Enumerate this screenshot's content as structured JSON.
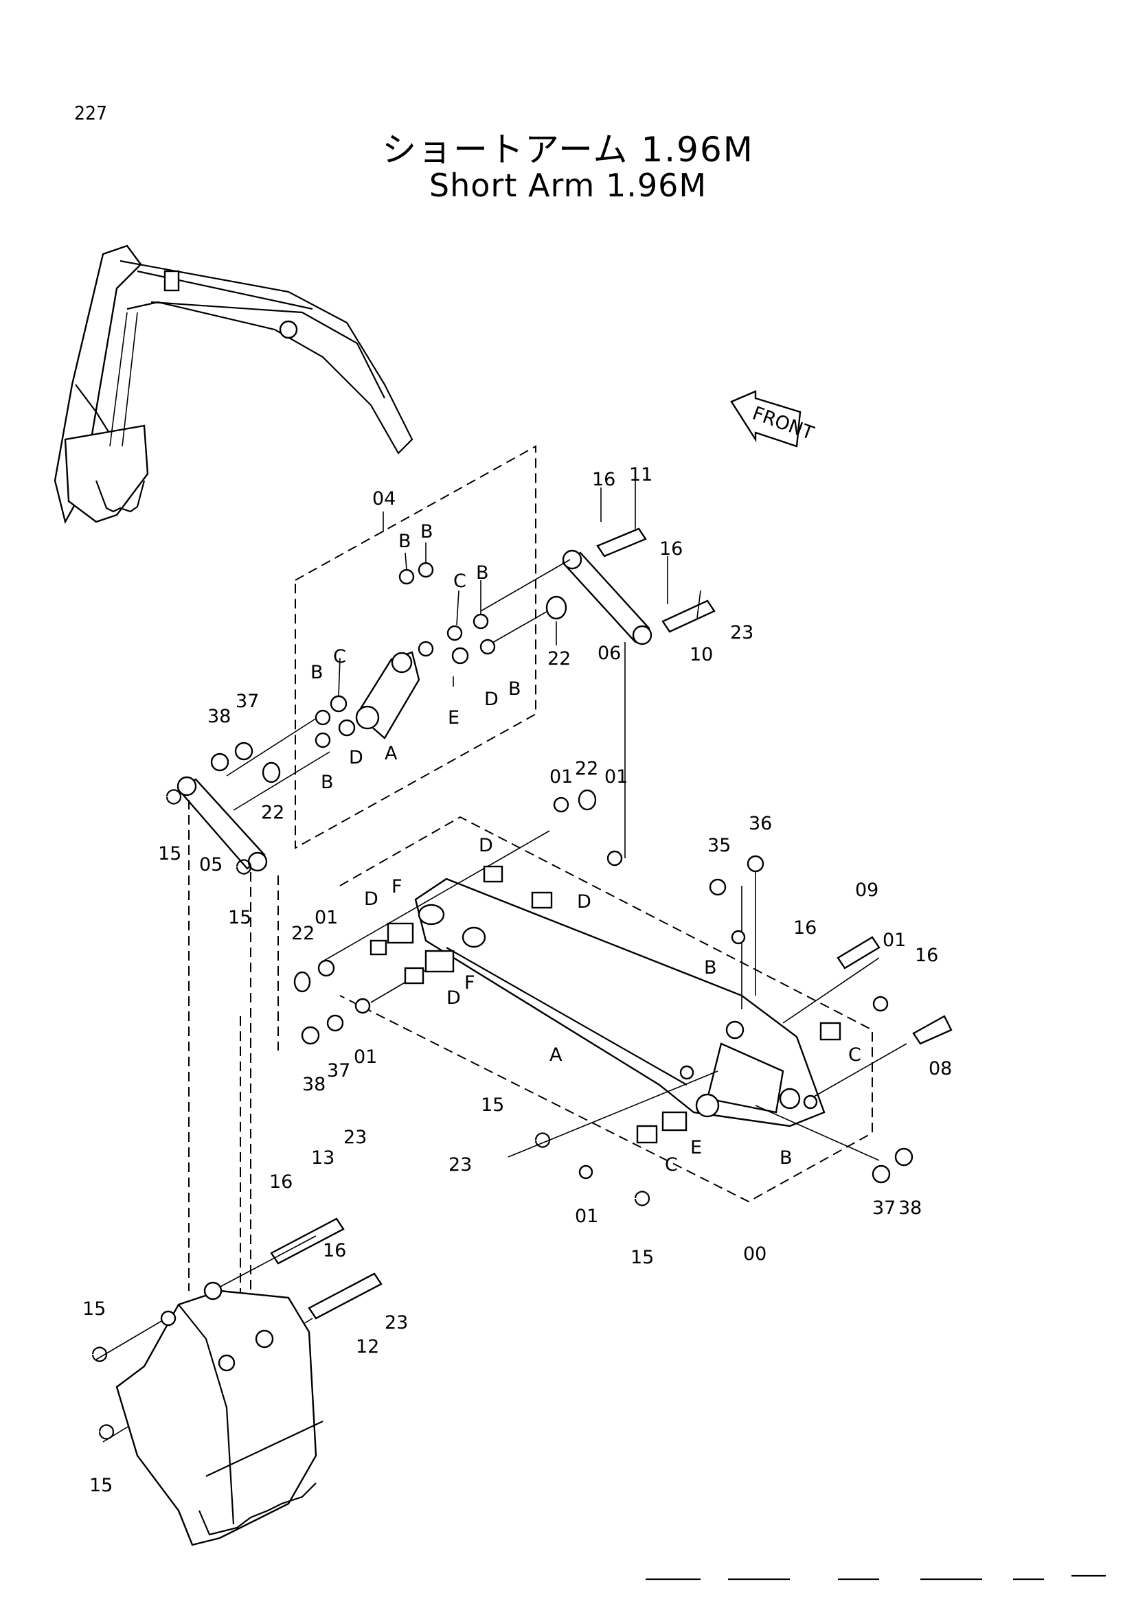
{
  "page_number": "227",
  "title_jp": "ショートアーム 1.96M",
  "title_en": "Short Arm 1.96M",
  "front_label": "FRONT",
  "labels": {
    "l04": "04",
    "lB1": "B",
    "lB2": "B",
    "lC1": "C",
    "lB3": "B",
    "l22a": "22",
    "lB4": "B",
    "lC2": "C",
    "lB5": "B",
    "lD1": "D",
    "lE1": "E",
    "lD2": "D",
    "lB6": "B",
    "lA1": "A",
    "l38a": "38",
    "l37a": "37",
    "l22b": "22",
    "l15a": "15",
    "l05": "05",
    "l15b": "15",
    "l16a": "16",
    "l11": "11",
    "l16b": "16",
    "l23a": "23",
    "l10": "10",
    "l06": "06",
    "l01a": "01",
    "l22c": "22",
    "l01b": "01",
    "lD3": "D",
    "lD4": "D",
    "lF1": "F",
    "lD5": "D",
    "l22d": "22",
    "l01c": "01",
    "lF2": "F",
    "lD6": "D",
    "l38b": "38",
    "l37b": "37",
    "l01d": "01",
    "lA2": "A",
    "l35": "35",
    "l36": "36",
    "l09": "09",
    "l16c": "16",
    "l01e": "01",
    "l16d": "16",
    "lB7": "B",
    "lC3": "C",
    "l08": "08",
    "l15c": "15",
    "l23b": "23",
    "lC4": "C",
    "lE2": "E",
    "lB8": "B",
    "l37c": "37",
    "l38c": "38",
    "l01f": "01",
    "l15d": "15",
    "l00": "00",
    "l13": "13",
    "l23c": "23",
    "l16e": "16",
    "l16f": "16",
    "l12": "12",
    "l23d": "23",
    "l15e": "15",
    "l15f": "15"
  }
}
